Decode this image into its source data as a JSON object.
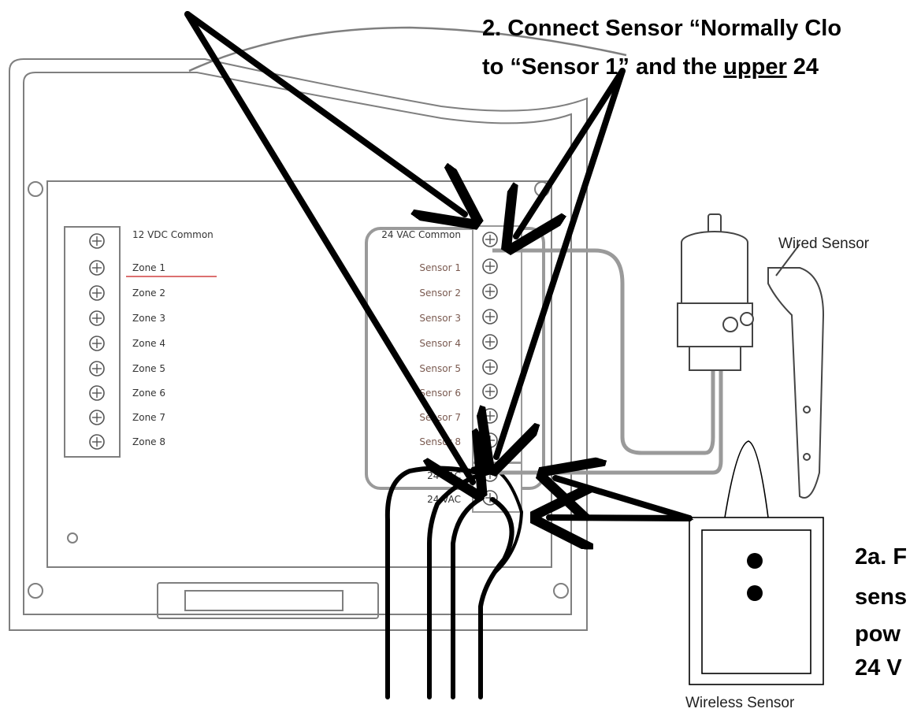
{
  "captions": {
    "step2_line1": "2. Connect Sensor “Normally Clo",
    "step2_line2_part1": "to “Sensor 1” and the ",
    "step2_line2_underlined": "upper",
    "step2_line2_part2": " 24",
    "step2a_line1": "2a. F",
    "step2a_line2": "sens",
    "step2a_line3": "pow",
    "step2a_line4": "24 V"
  },
  "labels": {
    "wired_sensor": "Wired Sensor",
    "wireless_sensor": "Wireless Sensor"
  },
  "left_terminal_block": {
    "items": [
      "12 VDC Common",
      "Zone 1",
      "Zone 2",
      "Zone 3",
      "Zone 4",
      "Zone 5",
      "Zone 6",
      "Zone 7",
      "Zone 8"
    ]
  },
  "right_terminal_block": {
    "items": [
      "24 VAC Common",
      "Sensor 1",
      "Sensor 2",
      "Sensor 3",
      "Sensor 4",
      "Sensor 5",
      "Sensor 6",
      "Sensor 7",
      "Sensor 8"
    ],
    "power_items": [
      "24 VAC",
      "24 VAC"
    ]
  },
  "colors": {
    "arrow": "#000000",
    "outline": "#7f7f7f",
    "wire_gray": "#8c8c8c",
    "zone1_underline": "#d04040"
  }
}
